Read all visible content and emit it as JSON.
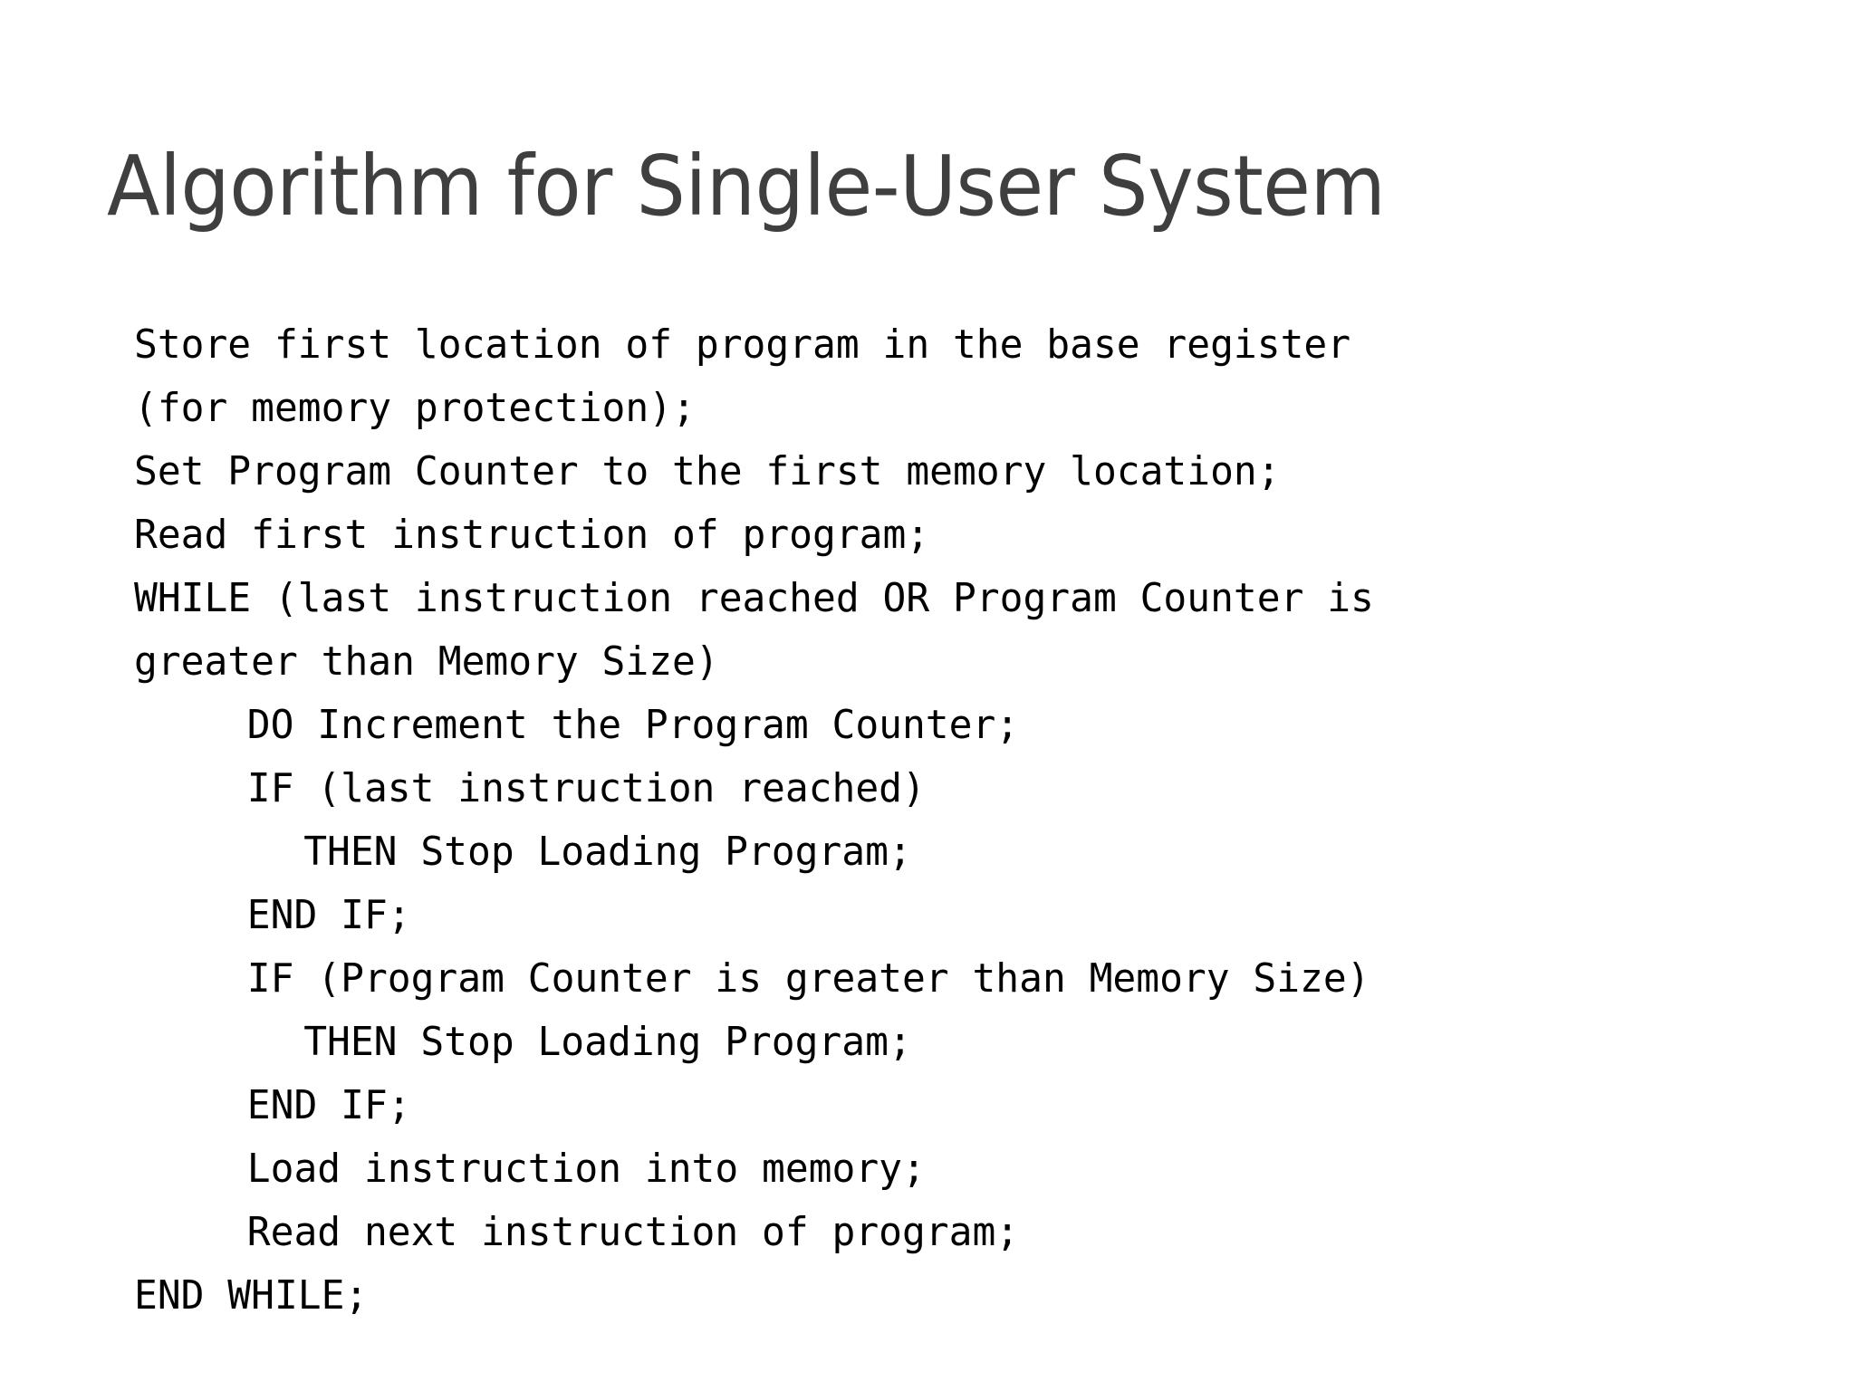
{
  "slide": {
    "title": "Algorithm for Single-User System",
    "title_color": "#3f3f3f",
    "background_color": "#ffffff",
    "body_color": "#000000"
  },
  "algorithm": {
    "lines": [
      {
        "indent": 0,
        "text": "Store first location of program in the base register"
      },
      {
        "indent": 0,
        "text": "(for memory protection);",
        "wrapped": true
      },
      {
        "indent": 0,
        "text": "Set Program Counter to the first memory location;"
      },
      {
        "indent": 0,
        "text": "Read first instruction of program;"
      },
      {
        "indent": 0,
        "text": "WHILE (last instruction reached OR Program Counter is"
      },
      {
        "indent": 0,
        "text": "greater than Memory Size)",
        "wrapped": true
      },
      {
        "indent": 1,
        "text": "DO Increment the Program Counter;"
      },
      {
        "indent": 1,
        "text": "IF (last instruction reached)"
      },
      {
        "indent": 2,
        "text": "THEN Stop Loading Program;"
      },
      {
        "indent": 1,
        "text": "END IF;"
      },
      {
        "indent": 1,
        "text": "IF (Program Counter is greater than Memory Size)"
      },
      {
        "indent": 2,
        "text": "THEN Stop Loading Program;"
      },
      {
        "indent": 1,
        "text": "END IF;"
      },
      {
        "indent": 1,
        "text": "Load instruction into memory;"
      },
      {
        "indent": 1,
        "text": "Read next instruction of program;"
      },
      {
        "indent": 0,
        "text": "END WHILE;"
      }
    ]
  }
}
